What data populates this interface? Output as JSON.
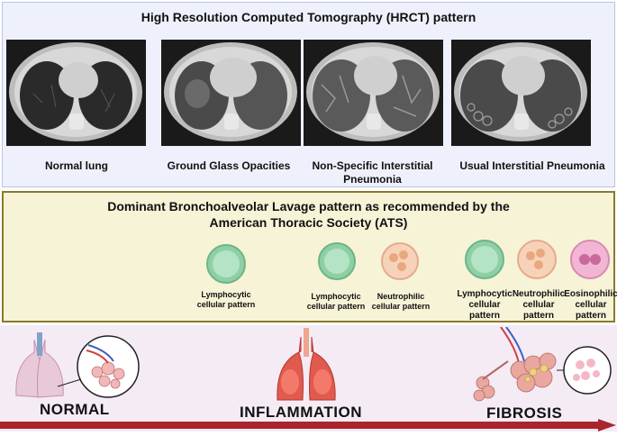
{
  "hrct": {
    "title": "High Resolution Computed Tomography (HRCT) pattern",
    "images": [
      {
        "label": "Normal lung"
      },
      {
        "label": "Ground Glass Opacities"
      },
      {
        "label": "Non-Specific Interstitial Pneumonia"
      },
      {
        "label": "Usual Interstitial Pneumonia"
      }
    ]
  },
  "bal": {
    "title_line1": "Dominant Bronchoalveolar Lavage pattern as recommended by the",
    "title_line2": "American Thoracic Society (ATS)",
    "groups": [
      {
        "cells": [
          {
            "label": "Lymphocytic cellular pattern",
            "type": "lymphocyte"
          }
        ]
      },
      {
        "cells": [
          {
            "label": "Lymphocytic cellular pattern",
            "type": "lymphocyte"
          },
          {
            "label": "Neutrophilic cellular pattern",
            "type": "neutrophil"
          }
        ]
      },
      {
        "cells": [
          {
            "label": "Lymphocytic cellular pattern",
            "type": "lymphocyte"
          },
          {
            "label": "Neutrophilic cellular pattern",
            "type": "neutrophil"
          },
          {
            "label": "Eosinophilic cellular pattern",
            "type": "eosinophil"
          }
        ]
      }
    ]
  },
  "stages": [
    {
      "label": "NORMAL"
    },
    {
      "label": "INFLAMMATION"
    },
    {
      "label": "FIBROSIS"
    }
  ],
  "colors": {
    "arrow": "#a8262b",
    "lymphocyte": "#8fcfa5",
    "neutrophil": "#f6d2b8",
    "eosinophil": "#f2b6d4"
  }
}
